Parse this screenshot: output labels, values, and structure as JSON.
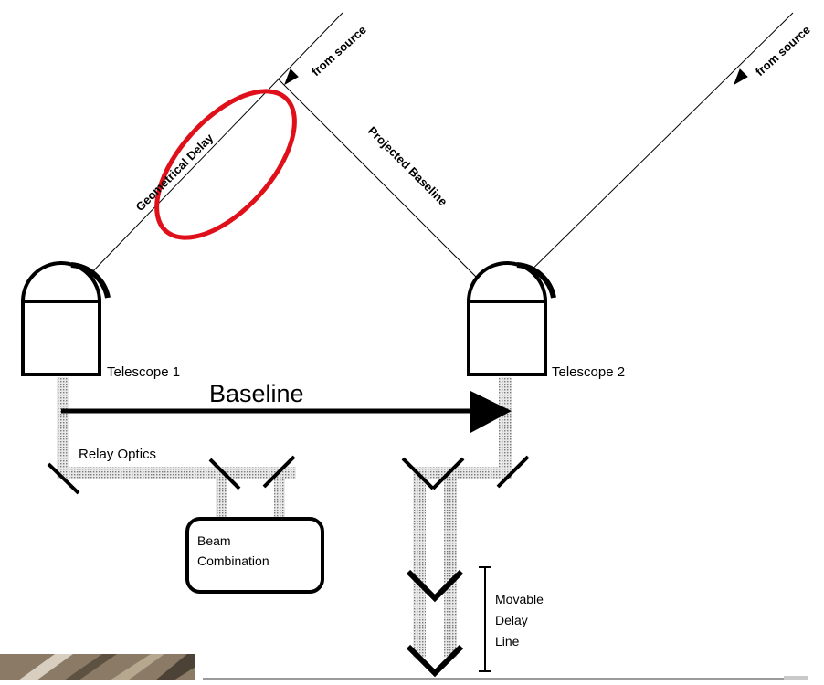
{
  "labels": {
    "from_source_left": "from source",
    "from_source_right": "from source",
    "geometrical_delay": "Geometrical Delay",
    "projected_baseline": "Projected Baseline",
    "telescope_1": "Telescope 1",
    "telescope_2": "Telescope 2",
    "baseline": "Baseline",
    "relay_optics": "Relay Optics",
    "beam_combination_line1": "Beam",
    "beam_combination_line2": "Combination",
    "delay_line_line1": "Movable",
    "delay_line_line2": "Delay",
    "delay_line_line3": "Line"
  },
  "colors": {
    "highlight": "#e0101a",
    "ink": "#000000",
    "beam_fill": "#e6e6e6",
    "beam_dots": "#7a7a7a",
    "photo_strip": "#8a7a66"
  },
  "annotation": {
    "shape": "red ellipse",
    "highlights": "geometrical_delay"
  }
}
